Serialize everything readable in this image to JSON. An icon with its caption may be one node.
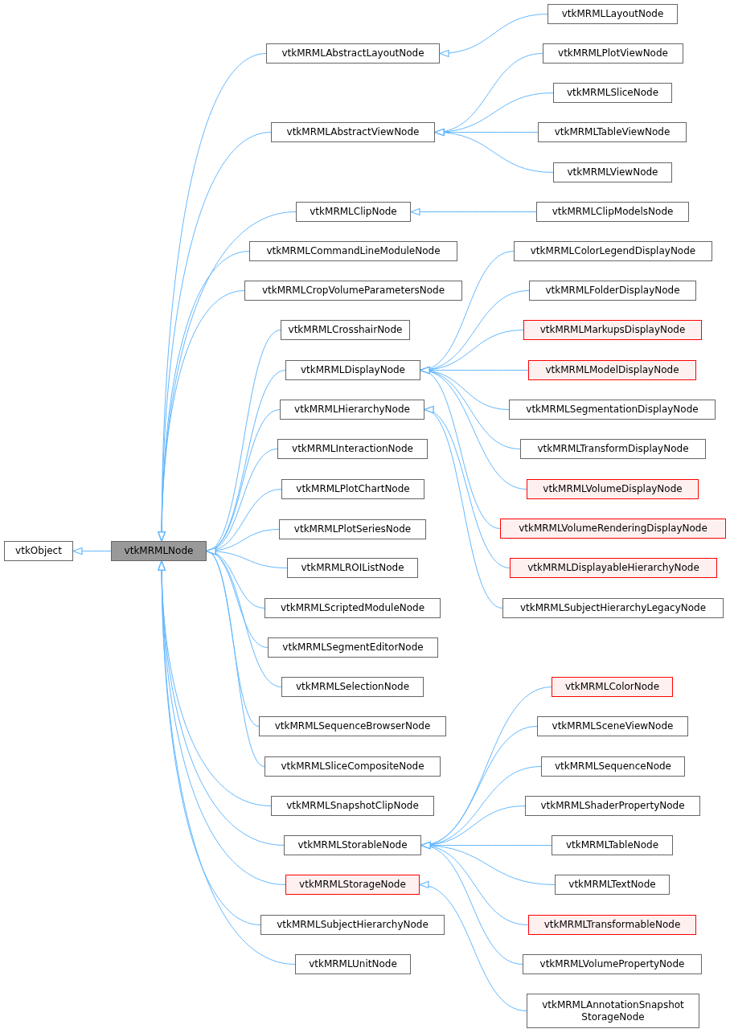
{
  "diagram": {
    "nodes": [
      {
        "text": [
          "vtkObject"
        ]
      },
      {
        "text": [
          "vtkMRMLNode"
        ]
      },
      {
        "text": [
          "vtkMRMLAbstractLayoutNode"
        ]
      },
      {
        "text": [
          "vtkMRMLAbstractViewNode"
        ]
      },
      {
        "text": [
          "vtkMRMLClipNode"
        ]
      },
      {
        "text": [
          "vtkMRMLCommandLineModuleNode"
        ]
      },
      {
        "text": [
          "vtkMRMLCropVolumeParametersNode"
        ]
      },
      {
        "text": [
          "vtkMRMLCrosshairNode"
        ]
      },
      {
        "text": [
          "vtkMRMLDisplayNode"
        ]
      },
      {
        "text": [
          "vtkMRMLHierarchyNode"
        ]
      },
      {
        "text": [
          "vtkMRMLInteractionNode"
        ]
      },
      {
        "text": [
          "vtkMRMLPlotChartNode"
        ]
      },
      {
        "text": [
          "vtkMRMLPlotSeriesNode"
        ]
      },
      {
        "text": [
          "vtkMRMLROIListNode"
        ]
      },
      {
        "text": [
          "vtkMRMLScriptedModuleNode"
        ]
      },
      {
        "text": [
          "vtkMRMLSegmentEditorNode"
        ]
      },
      {
        "text": [
          "vtkMRMLSelectionNode"
        ]
      },
      {
        "text": [
          "vtkMRMLSequenceBrowserNode"
        ]
      },
      {
        "text": [
          "vtkMRMLSliceCompositeNode"
        ]
      },
      {
        "text": [
          "vtkMRMLSnapshotClipNode"
        ]
      },
      {
        "text": [
          "vtkMRMLStorableNode"
        ]
      },
      {
        "text": [
          "vtkMRMLStorageNode"
        ]
      },
      {
        "text": [
          "vtkMRMLSubjectHierarchyNode"
        ]
      },
      {
        "text": [
          "vtkMRMLUnitNode"
        ]
      },
      {
        "text": [
          "vtkMRMLLayoutNode"
        ]
      },
      {
        "text": [
          "vtkMRMLPlotViewNode"
        ]
      },
      {
        "text": [
          "vtkMRMLSliceNode"
        ]
      },
      {
        "text": [
          "vtkMRMLTableViewNode"
        ]
      },
      {
        "text": [
          "vtkMRMLViewNode"
        ]
      },
      {
        "text": [
          "vtkMRMLClipModelsNode"
        ]
      },
      {
        "text": [
          "vtkMRMLColorLegendDisplayNode"
        ]
      },
      {
        "text": [
          "vtkMRMLFolderDisplayNode"
        ]
      },
      {
        "text": [
          "vtkMRMLMarkupsDisplayNode"
        ]
      },
      {
        "text": [
          "vtkMRMLModelDisplayNode"
        ]
      },
      {
        "text": [
          "vtkMRMLSegmentationDisplayNode"
        ]
      },
      {
        "text": [
          "vtkMRMLTransformDisplayNode"
        ]
      },
      {
        "text": [
          "vtkMRMLVolumeDisplayNode"
        ]
      },
      {
        "text": [
          "vtkMRMLVolumeRenderingDisplayNode"
        ]
      },
      {
        "text": [
          "vtkMRMLDisplayableHierarchyNode"
        ]
      },
      {
        "text": [
          "vtkMRMLSubjectHierarchyLegacyNode"
        ]
      },
      {
        "text": [
          "vtkMRMLColorNode"
        ]
      },
      {
        "text": [
          "vtkMRMLSceneViewNode"
        ]
      },
      {
        "text": [
          "vtkMRMLSequenceNode"
        ]
      },
      {
        "text": [
          "vtkMRMLShaderPropertyNode"
        ]
      },
      {
        "text": [
          "vtkMRMLTableNode"
        ]
      },
      {
        "text": [
          "vtkMRMLTextNode"
        ]
      },
      {
        "text": [
          "vtkMRMLTransformableNode"
        ]
      },
      {
        "text": [
          "vtkMRMLVolumePropertyNode"
        ]
      },
      {
        "text": [
          "vtkMRMLAnnotationSnapshot StorageNode"
        ]
      }
    ],
    "edges": [
      {
        "from": 1,
        "to": 0,
        "arrow": "to"
      },
      {
        "from": 2,
        "to": 1,
        "arrow": "to"
      },
      {
        "from": 3,
        "to": 1,
        "arrow": "to"
      },
      {
        "from": 4,
        "to": 1,
        "arrow": "to"
      },
      {
        "from": 5,
        "to": 1,
        "arrow": "to"
      },
      {
        "from": 6,
        "to": 1,
        "arrow": "to"
      },
      {
        "from": 7,
        "to": 1,
        "arrow": "to"
      },
      {
        "from": 8,
        "to": 1,
        "arrow": "to"
      },
      {
        "from": 9,
        "to": 1,
        "arrow": "to"
      },
      {
        "from": 10,
        "to": 1,
        "arrow": "to"
      },
      {
        "from": 11,
        "to": 1,
        "arrow": "to"
      },
      {
        "from": 12,
        "to": 1,
        "arrow": "to"
      },
      {
        "from": 13,
        "to": 1,
        "arrow": "to"
      },
      {
        "from": 14,
        "to": 1,
        "arrow": "to"
      },
      {
        "from": 15,
        "to": 1,
        "arrow": "to"
      },
      {
        "from": 16,
        "to": 1,
        "arrow": "to"
      },
      {
        "from": 17,
        "to": 1,
        "arrow": "to"
      },
      {
        "from": 18,
        "to": 1,
        "arrow": "to"
      },
      {
        "from": 19,
        "to": 1,
        "arrow": "to"
      },
      {
        "from": 20,
        "to": 1,
        "arrow": "to"
      },
      {
        "from": 21,
        "to": 1,
        "arrow": "to"
      },
      {
        "from": 22,
        "to": 1,
        "arrow": "to"
      },
      {
        "from": 23,
        "to": 1,
        "arrow": "to"
      },
      {
        "from": 24,
        "to": 2,
        "arrow": "to"
      },
      {
        "from": 25,
        "to": 3,
        "arrow": "to"
      },
      {
        "from": 26,
        "to": 3,
        "arrow": "to"
      },
      {
        "from": 27,
        "to": 3,
        "arrow": "to"
      },
      {
        "from": 28,
        "to": 3,
        "arrow": "to"
      },
      {
        "from": 29,
        "to": 4,
        "arrow": "to"
      },
      {
        "from": 30,
        "to": 8,
        "arrow": "to"
      },
      {
        "from": 31,
        "to": 8,
        "arrow": "to"
      },
      {
        "from": 32,
        "to": 8,
        "arrow": "to"
      },
      {
        "from": 33,
        "to": 8,
        "arrow": "to"
      },
      {
        "from": 34,
        "to": 8,
        "arrow": "to"
      },
      {
        "from": 35,
        "to": 8,
        "arrow": "to"
      },
      {
        "from": 36,
        "to": 8,
        "arrow": "to"
      },
      {
        "from": 37,
        "to": 8,
        "arrow": "to"
      },
      {
        "from": 38,
        "to": 9,
        "arrow": "to"
      },
      {
        "from": 39,
        "to": 9,
        "arrow": "to"
      },
      {
        "from": 40,
        "to": 20,
        "arrow": "to"
      },
      {
        "from": 41,
        "to": 20,
        "arrow": "to"
      },
      {
        "from": 42,
        "to": 20,
        "arrow": "to"
      },
      {
        "from": 43,
        "to": 20,
        "arrow": "to"
      },
      {
        "from": 44,
        "to": 20,
        "arrow": "to"
      },
      {
        "from": 45,
        "to": 20,
        "arrow": "to"
      },
      {
        "from": 46,
        "to": 20,
        "arrow": "to"
      },
      {
        "from": 47,
        "to": 20,
        "arrow": "to"
      },
      {
        "from": 48,
        "to": 21,
        "arrow": "to"
      }
    ]
  }
}
